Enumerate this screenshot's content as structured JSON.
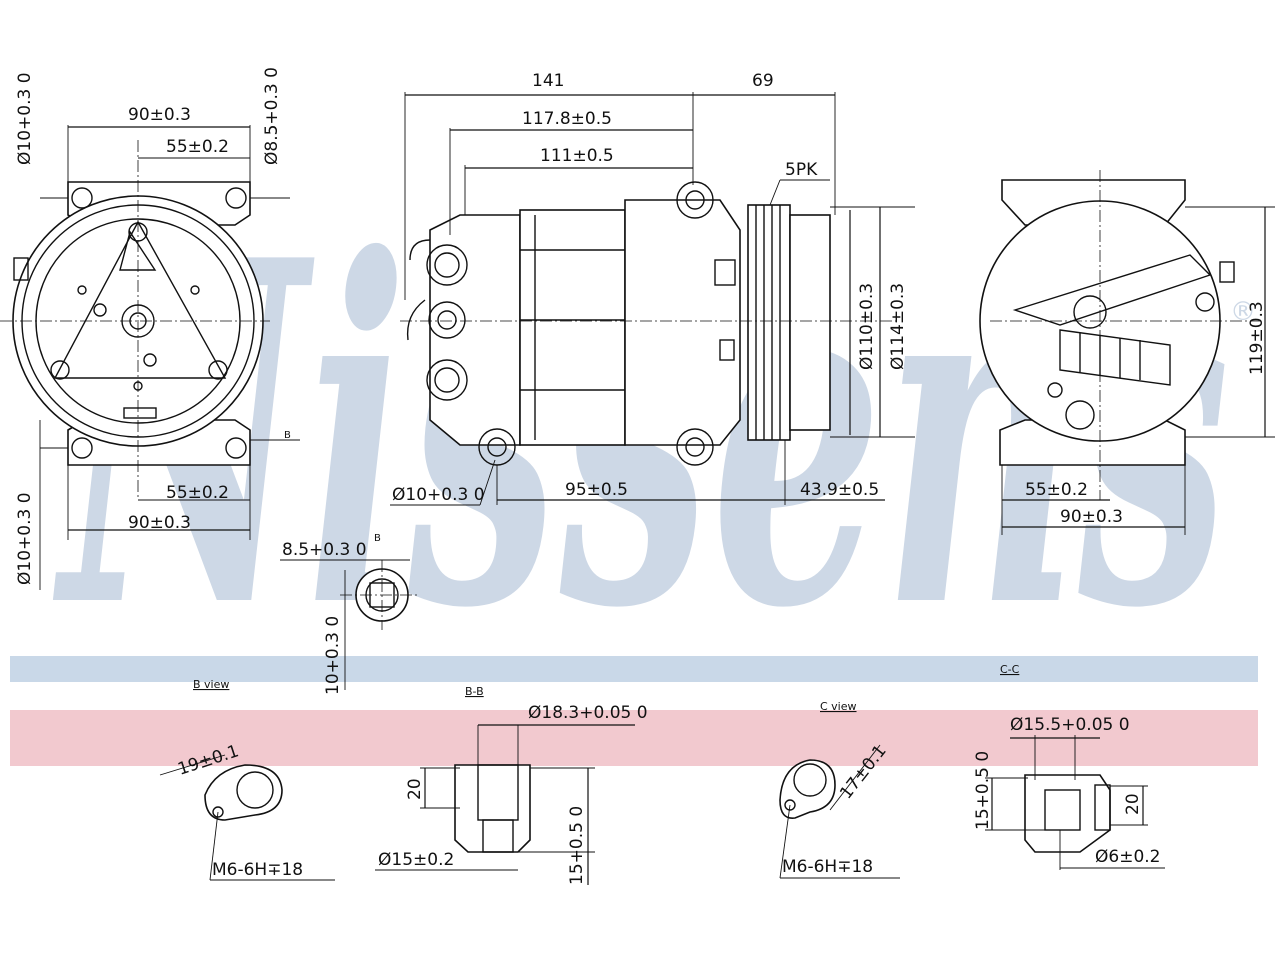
{
  "brand": {
    "watermark": "Nissens",
    "registered_mark": "®",
    "watermark_color": "#cdd8e6"
  },
  "colors": {
    "stripe_blue": "#c9d8e8",
    "stripe_red": "#f2c9cf",
    "line": "#111111"
  },
  "left_view": {
    "dim_top_width": "90±0.3",
    "dim_top_inner": "55±0.2",
    "dim_top_left_hole": "Ø10+0.3 0",
    "dim_top_right_hole": "Ø8.5+0.3 0",
    "dim_bottom_inner": "55±0.2",
    "dim_bottom_width": "90±0.3",
    "dim_bottom_left_hole": "Ø10+0.3 0",
    "label_b": "B"
  },
  "side_view": {
    "dim_141": "141",
    "dim_69": "69",
    "dim_117_8": "117.8±0.5",
    "dim_111": "111±0.5",
    "pulley": "5PK",
    "dim_d110": "Ø110±0.3",
    "dim_d114": "Ø114±0.3",
    "dim_hole": "Ø10+0.3 0",
    "dim_95": "95±0.5",
    "dim_43_9": "43.9±0.5"
  },
  "right_view": {
    "dim_119": "119±0.3",
    "dim_55": "55±0.2",
    "dim_90": "90±0.3"
  },
  "detail_b": {
    "dim_8_5": "8.5+0.3 0",
    "dim_10": "10+0.3 0",
    "label": "B"
  },
  "views": {
    "b_view": "B view",
    "b_b": "B-B",
    "c_view": "C view",
    "c_c": "C-C"
  },
  "bottom_details": {
    "b_view_dim_19": "19±0.1",
    "b_view_thread": "M6-6H∓18",
    "bb_dim_d18_3": "Ø18.3+0.05 0",
    "bb_dim_20": "20",
    "bb_dim_d15": "Ø15±0.2",
    "bb_dim_15": "15+0.5 0",
    "c_view_dim_17": "17±0.1",
    "c_view_thread": "M6-6H∓18",
    "cc_dim_d15_5": "Ø15.5+0.05 0",
    "cc_dim_15": "15+0.5 0",
    "cc_dim_20": "20",
    "cc_dim_d6": "Ø6±0.2"
  }
}
